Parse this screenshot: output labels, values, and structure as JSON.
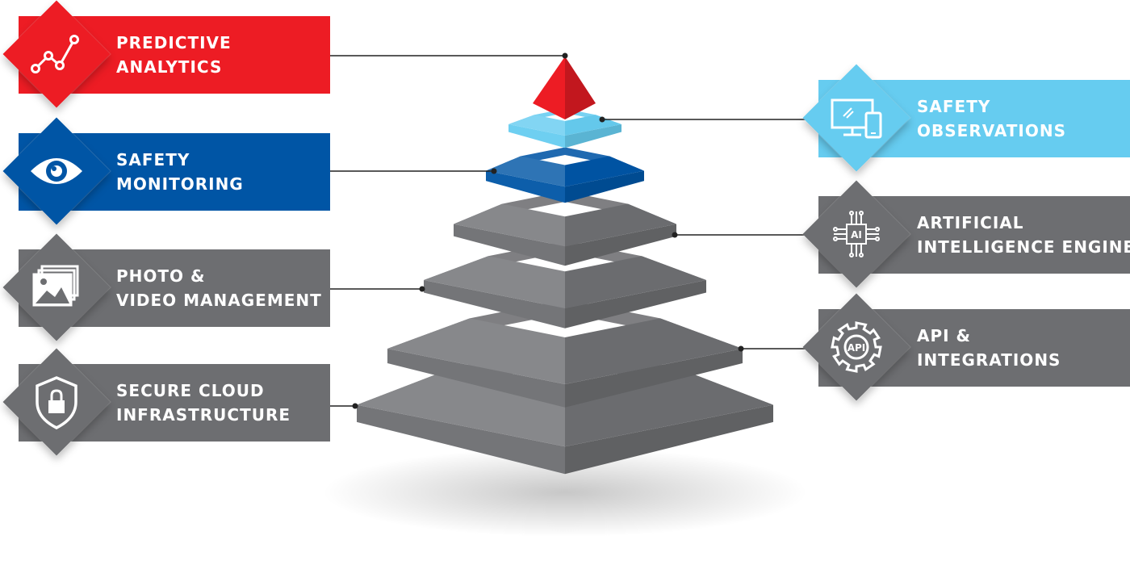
{
  "colors": {
    "red": "#ED1C24",
    "light_blue": "#66CCF0",
    "dark_blue": "#0055A5",
    "gray": "#6D6E71",
    "connector": "#222222"
  },
  "layers": [
    {
      "id": "predictive-analytics",
      "side": "left",
      "color": "#ED1C24",
      "lines": [
        "PREDICTIVE",
        "ANALYTICS"
      ],
      "icon": "line-chart-icon"
    },
    {
      "id": "safety-observations",
      "side": "right",
      "color": "#66CCF0",
      "lines": [
        "SAFETY",
        "OBSERVATIONS"
      ],
      "icon": "devices-icon"
    },
    {
      "id": "safety-monitoring",
      "side": "left",
      "color": "#0055A5",
      "lines": [
        "SAFETY",
        "MONITORING"
      ],
      "icon": "eye-icon"
    },
    {
      "id": "artificial-intelligence-engine",
      "side": "right",
      "color": "#6D6E71",
      "lines": [
        "ARTIFICIAL",
        "INTELLIGENCE ENGINE"
      ],
      "icon": "ai-chip-icon",
      "chip_text": "AI"
    },
    {
      "id": "photo-video-management",
      "side": "left",
      "color": "#6D6E71",
      "lines": [
        "PHOTO &",
        "VIDEO MANAGEMENT"
      ],
      "icon": "photo-gallery-icon"
    },
    {
      "id": "api-integrations",
      "side": "right",
      "color": "#6D6E71",
      "lines": [
        "API &",
        "INTEGRATIONS"
      ],
      "icon": "api-gear-icon",
      "gear_text": "API"
    },
    {
      "id": "secure-cloud-infrastructure",
      "side": "left",
      "color": "#6D6E71",
      "lines": [
        "SECURE CLOUD",
        "INFRASTRUCTURE"
      ],
      "icon": "shield-lock-icon"
    }
  ]
}
